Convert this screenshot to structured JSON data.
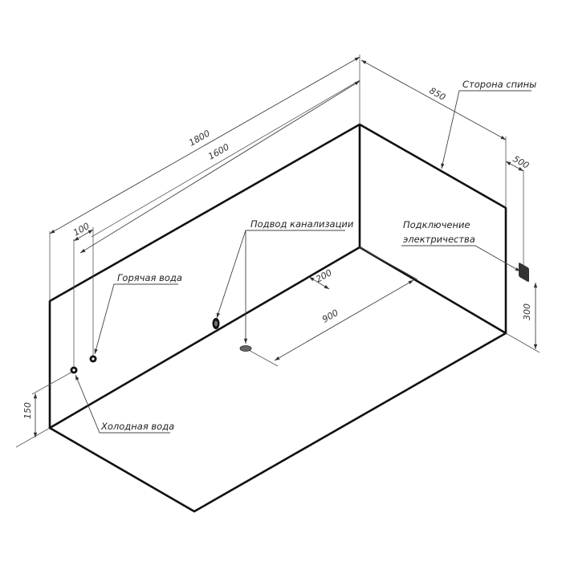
{
  "dimensions": {
    "length_outer": "1800",
    "length_inner": "1600",
    "width": "850",
    "offset_100": "100",
    "offset_200": "200",
    "offset_500": "500",
    "drain_900": "900",
    "height_150": "150",
    "height_300": "300"
  },
  "labels": {
    "back_side": "Сторона спины",
    "drain": "Подвод канализации",
    "hot_water": "Горячая вода",
    "cold_water": "Холодная вода",
    "electric_line1": "Подключение",
    "electric_line2": "электричества"
  },
  "colors": {
    "line": "#111111",
    "dimension": "#444444",
    "background": "#ffffff"
  }
}
